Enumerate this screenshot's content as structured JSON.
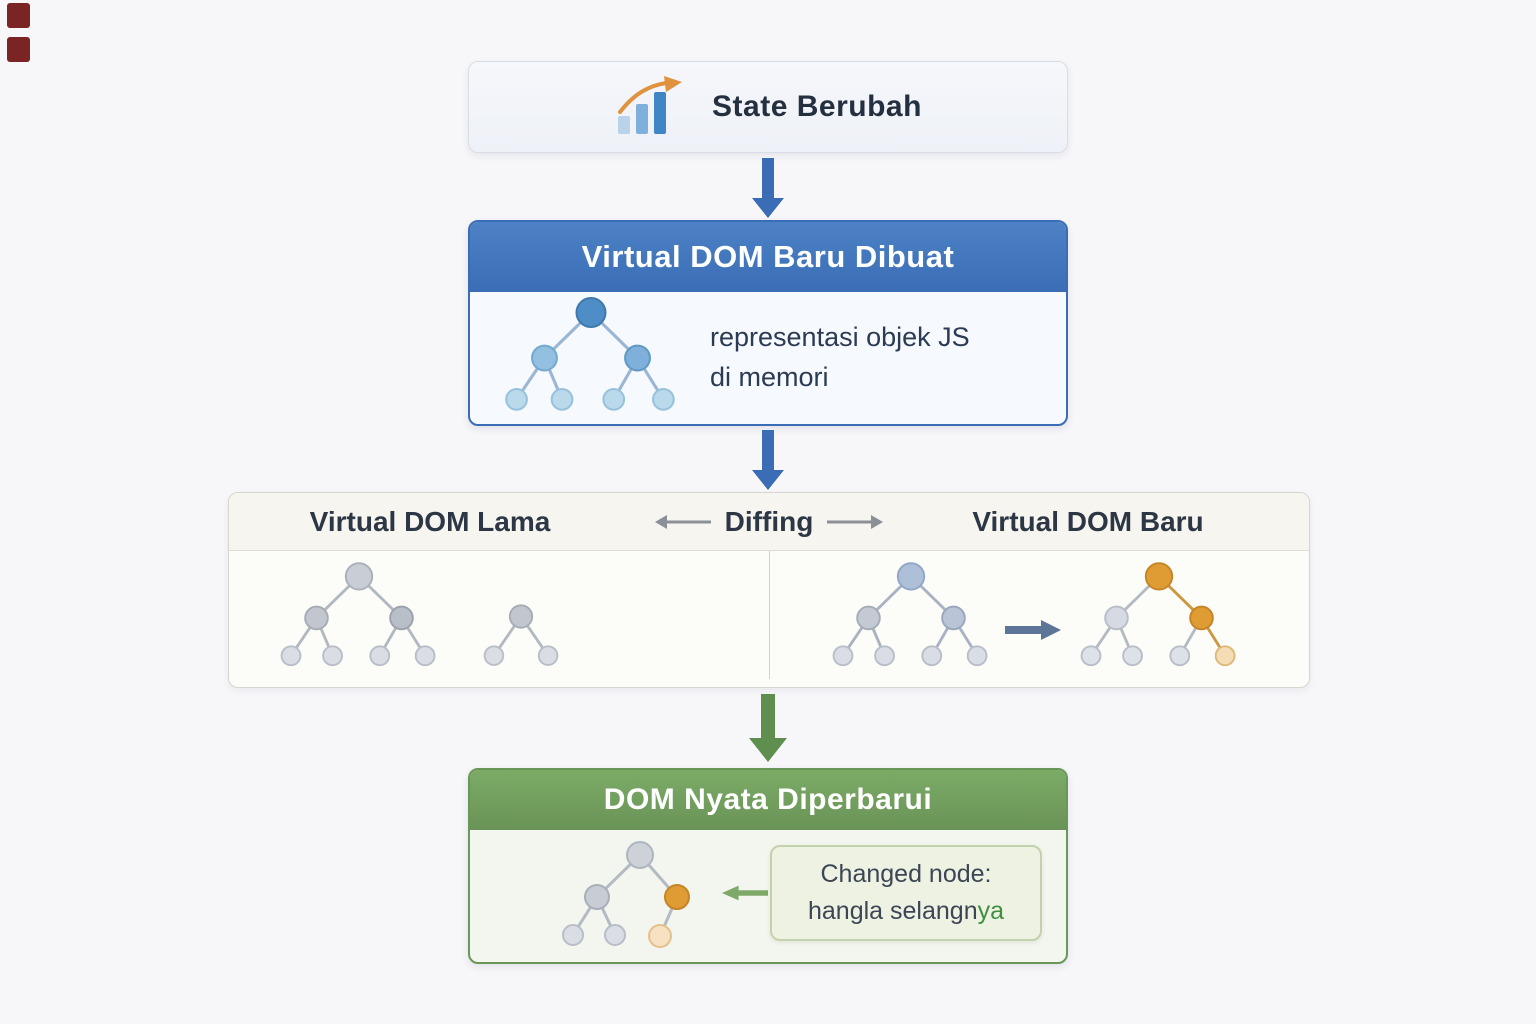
{
  "colors": {
    "background": "#f7f7fa",
    "blue_accent": "#3a6db5",
    "green_accent": "#6b9659",
    "orange_node": "#df9c35",
    "gray_node": "#c9cdd5",
    "corner_mark": "#7b2424"
  },
  "flow": {
    "state_box": {
      "label": "State Berubah"
    },
    "vdom_box": {
      "header": "Virtual DOM Baru Dibuat",
      "desc_line1": "representasi objek JS",
      "desc_line2": "di memori"
    },
    "diff_box": {
      "left_label": "Virtual DOM Lama",
      "center_label": "Diffing",
      "right_label": "Virtual DOM Baru"
    },
    "dom_box": {
      "header": "DOM Nyata Diperbarui",
      "callout_line1": "Changed node:",
      "callout_line2": "hangla selangn",
      "callout_line2_suffix": "ya"
    }
  }
}
